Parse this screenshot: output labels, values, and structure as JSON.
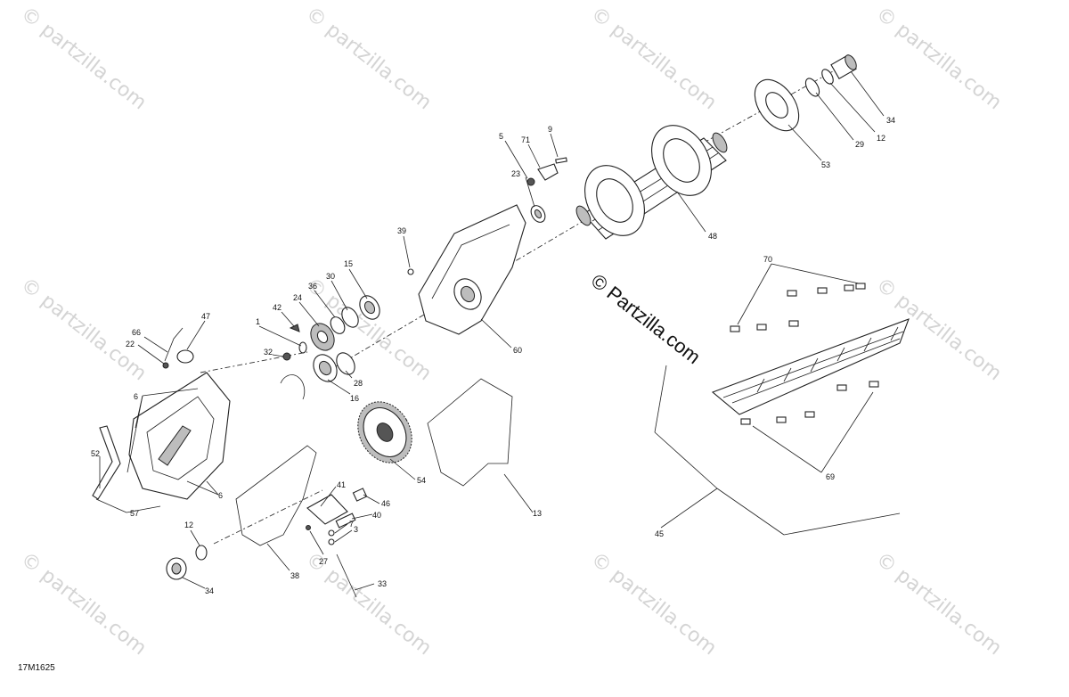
{
  "diagram": {
    "figure_code": "17M1625",
    "watermark_text": "© partzilla.com",
    "center_watermark_text": "© Partzilla.com",
    "callouts": [
      {
        "label": "5"
      },
      {
        "label": "71"
      },
      {
        "label": "9"
      },
      {
        "label": "23"
      },
      {
        "label": "48"
      },
      {
        "label": "53"
      },
      {
        "label": "29"
      },
      {
        "label": "12"
      },
      {
        "label": "34"
      },
      {
        "label": "39"
      },
      {
        "label": "15"
      },
      {
        "label": "30"
      },
      {
        "label": "36"
      },
      {
        "label": "24"
      },
      {
        "label": "42"
      },
      {
        "label": "1"
      },
      {
        "label": "32"
      },
      {
        "label": "28"
      },
      {
        "label": "16"
      },
      {
        "label": "60"
      },
      {
        "label": "66"
      },
      {
        "label": "47"
      },
      {
        "label": "22"
      },
      {
        "label": "6"
      },
      {
        "label": "52"
      },
      {
        "label": "57"
      },
      {
        "label": "6"
      },
      {
        "label": "54"
      },
      {
        "label": "13"
      },
      {
        "label": "41"
      },
      {
        "label": "46"
      },
      {
        "label": "40"
      },
      {
        "label": "7"
      },
      {
        "label": "3"
      },
      {
        "label": "27"
      },
      {
        "label": "33"
      },
      {
        "label": "38"
      },
      {
        "label": "12"
      },
      {
        "label": "34"
      },
      {
        "label": "70"
      },
      {
        "label": "69"
      },
      {
        "label": "45"
      }
    ]
  }
}
